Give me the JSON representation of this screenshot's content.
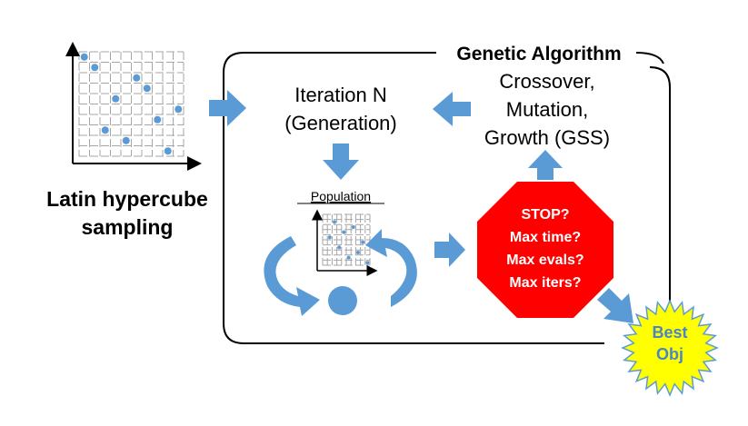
{
  "lhs": {
    "line1": "Latin hypercube",
    "line2": "sampling"
  },
  "ga": {
    "title": "Genetic Algorithm",
    "iteration": {
      "line1": "Iteration N",
      "line2": "(Generation)"
    },
    "operators": {
      "line1": "Crossover,",
      "line2": "Mutation,",
      "line3": "Growth (GSS)"
    },
    "population_label": "Population"
  },
  "stop": {
    "line1": "STOP?",
    "line2": "Max time?",
    "line3": "Max evals?",
    "line4": "Max iters?"
  },
  "best": {
    "line1": "Best",
    "line2": "Obj"
  },
  "colors": {
    "arrow": "#5b9bd5",
    "grid": "#a6a6a6",
    "stop_fill": "#ff0000",
    "stop_text": "#ffffff",
    "star_fill": "#ffff00",
    "star_stroke": "#5b9bd5",
    "best_text": "#4a86c5"
  }
}
